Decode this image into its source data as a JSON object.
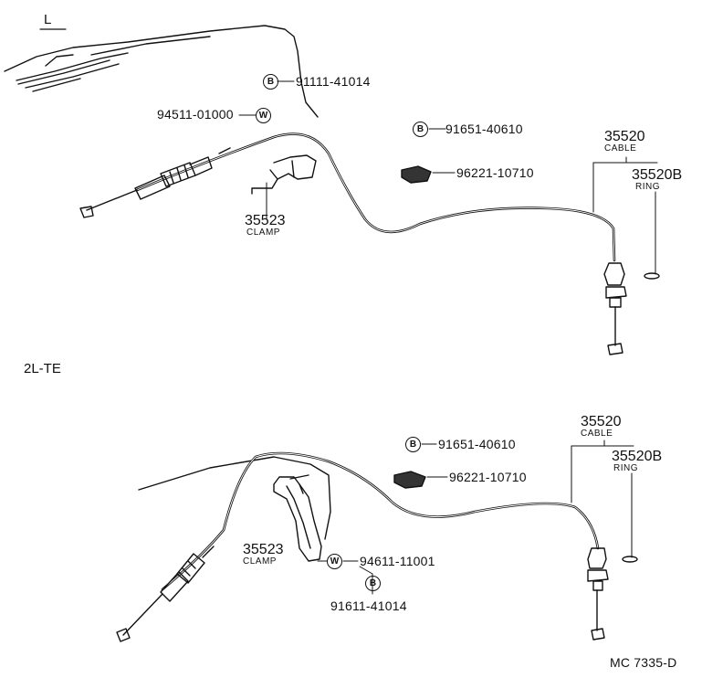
{
  "sections": {
    "top": "L",
    "bottom": "2L-TE"
  },
  "top": {
    "bolt_91111": {
      "symbol": "B",
      "part": "91111-41014"
    },
    "washer_94511": {
      "symbol": "W",
      "part": "94511-01000"
    },
    "bolt_91651": {
      "symbol": "B",
      "part": "91651-40610"
    },
    "clip_96221": {
      "part": "96221-10710"
    },
    "cable": {
      "part": "35520",
      "name": "CABLE"
    },
    "ring": {
      "part": "35520B",
      "name": "RING"
    },
    "clamp": {
      "part": "35523",
      "name": "CLAMP"
    }
  },
  "bottom": {
    "bolt_91651": {
      "symbol": "B",
      "part": "91651-40610"
    },
    "clip_96221": {
      "part": "96221-10710"
    },
    "cable": {
      "part": "35520",
      "name": "CABLE"
    },
    "ring": {
      "part": "35520B",
      "name": "RING"
    },
    "clamp": {
      "part": "35523",
      "name": "CLAMP"
    },
    "washer_94611": {
      "symbol": "W",
      "part": "94611-11001"
    },
    "bolt_91611": {
      "symbol": "B",
      "part": "91611-41014"
    }
  },
  "footer": {
    "code": "MC 7335-D"
  }
}
